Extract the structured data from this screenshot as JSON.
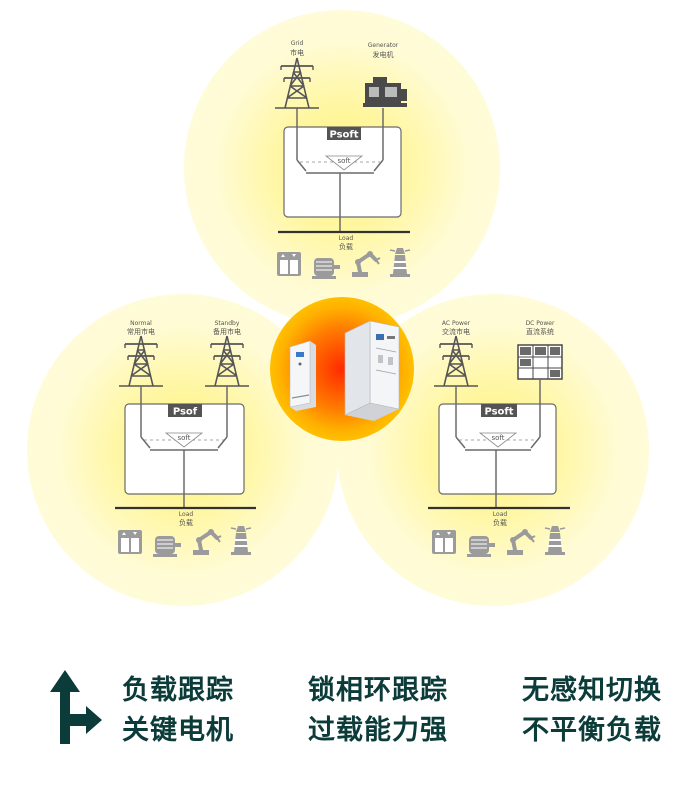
{
  "colors": {
    "glow_center": "#fff27a",
    "glow_mid": "#fffbd0",
    "stroke": "#6a6a6a",
    "dark_label": "#545454",
    "icon_gray": "#9b9b9b",
    "slogan": "#0c3c3a",
    "core": "#ff3a00"
  },
  "modules": [
    {
      "id": "top",
      "source_a_en": "Grid",
      "source_a_zh": "市电",
      "source_b_en": "Generator",
      "source_b_zh": "发电机",
      "switch_label": "Psoft",
      "soft_label": "soft",
      "load_en": "Load",
      "load_zh": "负载"
    },
    {
      "id": "left",
      "source_a_en": "Normal",
      "source_a_zh": "常用市电",
      "source_b_en": "Standby",
      "source_b_zh": "备用市电",
      "switch_label": "Psof",
      "soft_label": "soft",
      "load_en": "Load",
      "load_zh": "负载"
    },
    {
      "id": "right",
      "source_a_en": "AC Power",
      "source_a_zh": "交流市电",
      "source_b_en": "DC Power",
      "source_b_zh": "直流系统",
      "switch_label": "Psoft",
      "soft_label": "soft",
      "load_en": "Load",
      "load_zh": "负载"
    }
  ],
  "icons": {
    "source_a": "power-tower-icon",
    "generator": "generator-icon",
    "dc_cabinet": "dc-cabinet-icon",
    "loads": [
      "elevator-icon",
      "motor-icon",
      "robot-arm-icon",
      "lighthouse-icon"
    ],
    "arrow": "turn-right-arrow-icon"
  },
  "slogans": {
    "row1": [
      "负载跟踪",
      "锁相环跟踪",
      "无感知切换"
    ],
    "row2": [
      "关键电机",
      "过载能力强",
      "不平衡负载"
    ]
  }
}
